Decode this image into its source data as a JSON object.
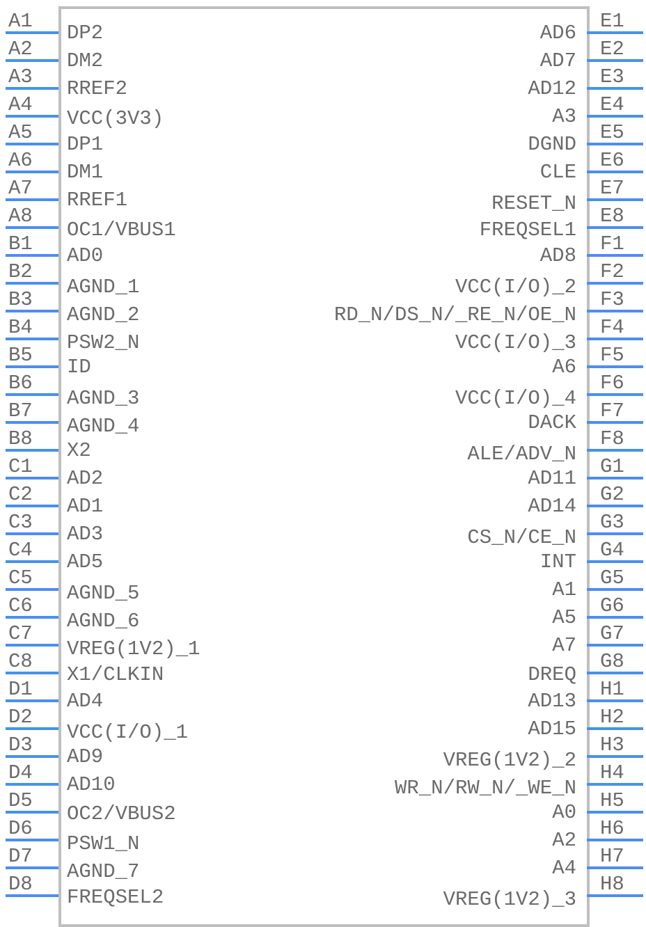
{
  "component": {
    "body_color": "#bfbfbf",
    "pin_color": "#4a8ff0",
    "text_color": "#6b6b6b"
  },
  "left_pins": [
    {
      "number": "A1",
      "name": "DP2"
    },
    {
      "number": "A2",
      "name": "DM2"
    },
    {
      "number": "A3",
      "name": "RREF2"
    },
    {
      "number": "A4",
      "name": "VCC(3V3)"
    },
    {
      "number": "A5",
      "name": "DP1"
    },
    {
      "number": "A6",
      "name": "DM1"
    },
    {
      "number": "A7",
      "name": "RREF1"
    },
    {
      "number": "A8",
      "name": "OC1/VBUS1"
    },
    {
      "number": "B1",
      "name": "AD0"
    },
    {
      "number": "B2",
      "name": "AGND_1"
    },
    {
      "number": "B3",
      "name": "AGND_2"
    },
    {
      "number": "B4",
      "name": "PSW2_N"
    },
    {
      "number": "B5",
      "name": "ID"
    },
    {
      "number": "B6",
      "name": "AGND_3"
    },
    {
      "number": "B7",
      "name": "AGND_4"
    },
    {
      "number": "B8",
      "name": "X2"
    },
    {
      "number": "C1",
      "name": "AD2"
    },
    {
      "number": "C2",
      "name": "AD1"
    },
    {
      "number": "C3",
      "name": "AD3"
    },
    {
      "number": "C4",
      "name": "AD5"
    },
    {
      "number": "C5",
      "name": "AGND_5"
    },
    {
      "number": "C6",
      "name": "AGND_6"
    },
    {
      "number": "C7",
      "name": "VREG(1V2)_1"
    },
    {
      "number": "C8",
      "name": "X1/CLKIN"
    },
    {
      "number": "D1",
      "name": "AD4"
    },
    {
      "number": "D2",
      "name": "VCC(I/O)_1"
    },
    {
      "number": "D3",
      "name": "AD9"
    },
    {
      "number": "D4",
      "name": "AD10"
    },
    {
      "number": "D5",
      "name": "OC2/VBUS2"
    },
    {
      "number": "D6",
      "name": "PSW1_N"
    },
    {
      "number": "D7",
      "name": "AGND_7"
    },
    {
      "number": "D8",
      "name": "FREQSEL2"
    }
  ],
  "right_pins": [
    {
      "number": "E1",
      "name": "AD6"
    },
    {
      "number": "E2",
      "name": "AD7"
    },
    {
      "number": "E3",
      "name": "AD12"
    },
    {
      "number": "E4",
      "name": "A3"
    },
    {
      "number": "E5",
      "name": "DGND"
    },
    {
      "number": "E6",
      "name": "CLE"
    },
    {
      "number": "E7",
      "name": "RESET_N"
    },
    {
      "number": "E8",
      "name": "FREQSEL1"
    },
    {
      "number": "F1",
      "name": "AD8"
    },
    {
      "number": "F2",
      "name": "VCC(I/O)_2"
    },
    {
      "number": "F3",
      "name": "RD_N/DS_N/_RE_N/OE_N"
    },
    {
      "number": "F4",
      "name": "VCC(I/O)_3"
    },
    {
      "number": "F5",
      "name": "A6"
    },
    {
      "number": "F6",
      "name": "VCC(I/O)_4"
    },
    {
      "number": "F7",
      "name": "DACK"
    },
    {
      "number": "F8",
      "name": "ALE/ADV_N"
    },
    {
      "number": "G1",
      "name": "AD11"
    },
    {
      "number": "G2",
      "name": "AD14"
    },
    {
      "number": "G3",
      "name": "CS_N/CE_N"
    },
    {
      "number": "G4",
      "name": "INT"
    },
    {
      "number": "G5",
      "name": "A1"
    },
    {
      "number": "G6",
      "name": "A5"
    },
    {
      "number": "G7",
      "name": "A7"
    },
    {
      "number": "G8",
      "name": "DREQ"
    },
    {
      "number": "H1",
      "name": "AD13"
    },
    {
      "number": "H2",
      "name": "AD15"
    },
    {
      "number": "H3",
      "name": "VREG(1V2)_2"
    },
    {
      "number": "H4",
      "name": "WR_N/RW_N/_WE_N"
    },
    {
      "number": "H5",
      "name": "A0"
    },
    {
      "number": "H6",
      "name": "A2"
    },
    {
      "number": "H7",
      "name": "A4"
    },
    {
      "number": "H8",
      "name": "VREG(1V2)_3"
    }
  ]
}
